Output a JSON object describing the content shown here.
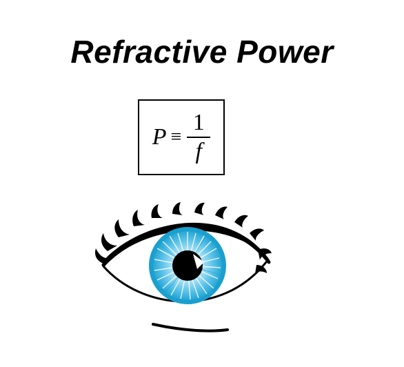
{
  "title": "Refractive Power",
  "formula": {
    "lhs": "P",
    "relation": "≡",
    "numerator": "1",
    "denominator": "f"
  },
  "illustration": {
    "icon": "eye-icon",
    "colors": {
      "iris_outer": "#1a9fce",
      "iris_inner": "#8fd6f2",
      "pupil": "#000000",
      "outline": "#000000"
    }
  }
}
